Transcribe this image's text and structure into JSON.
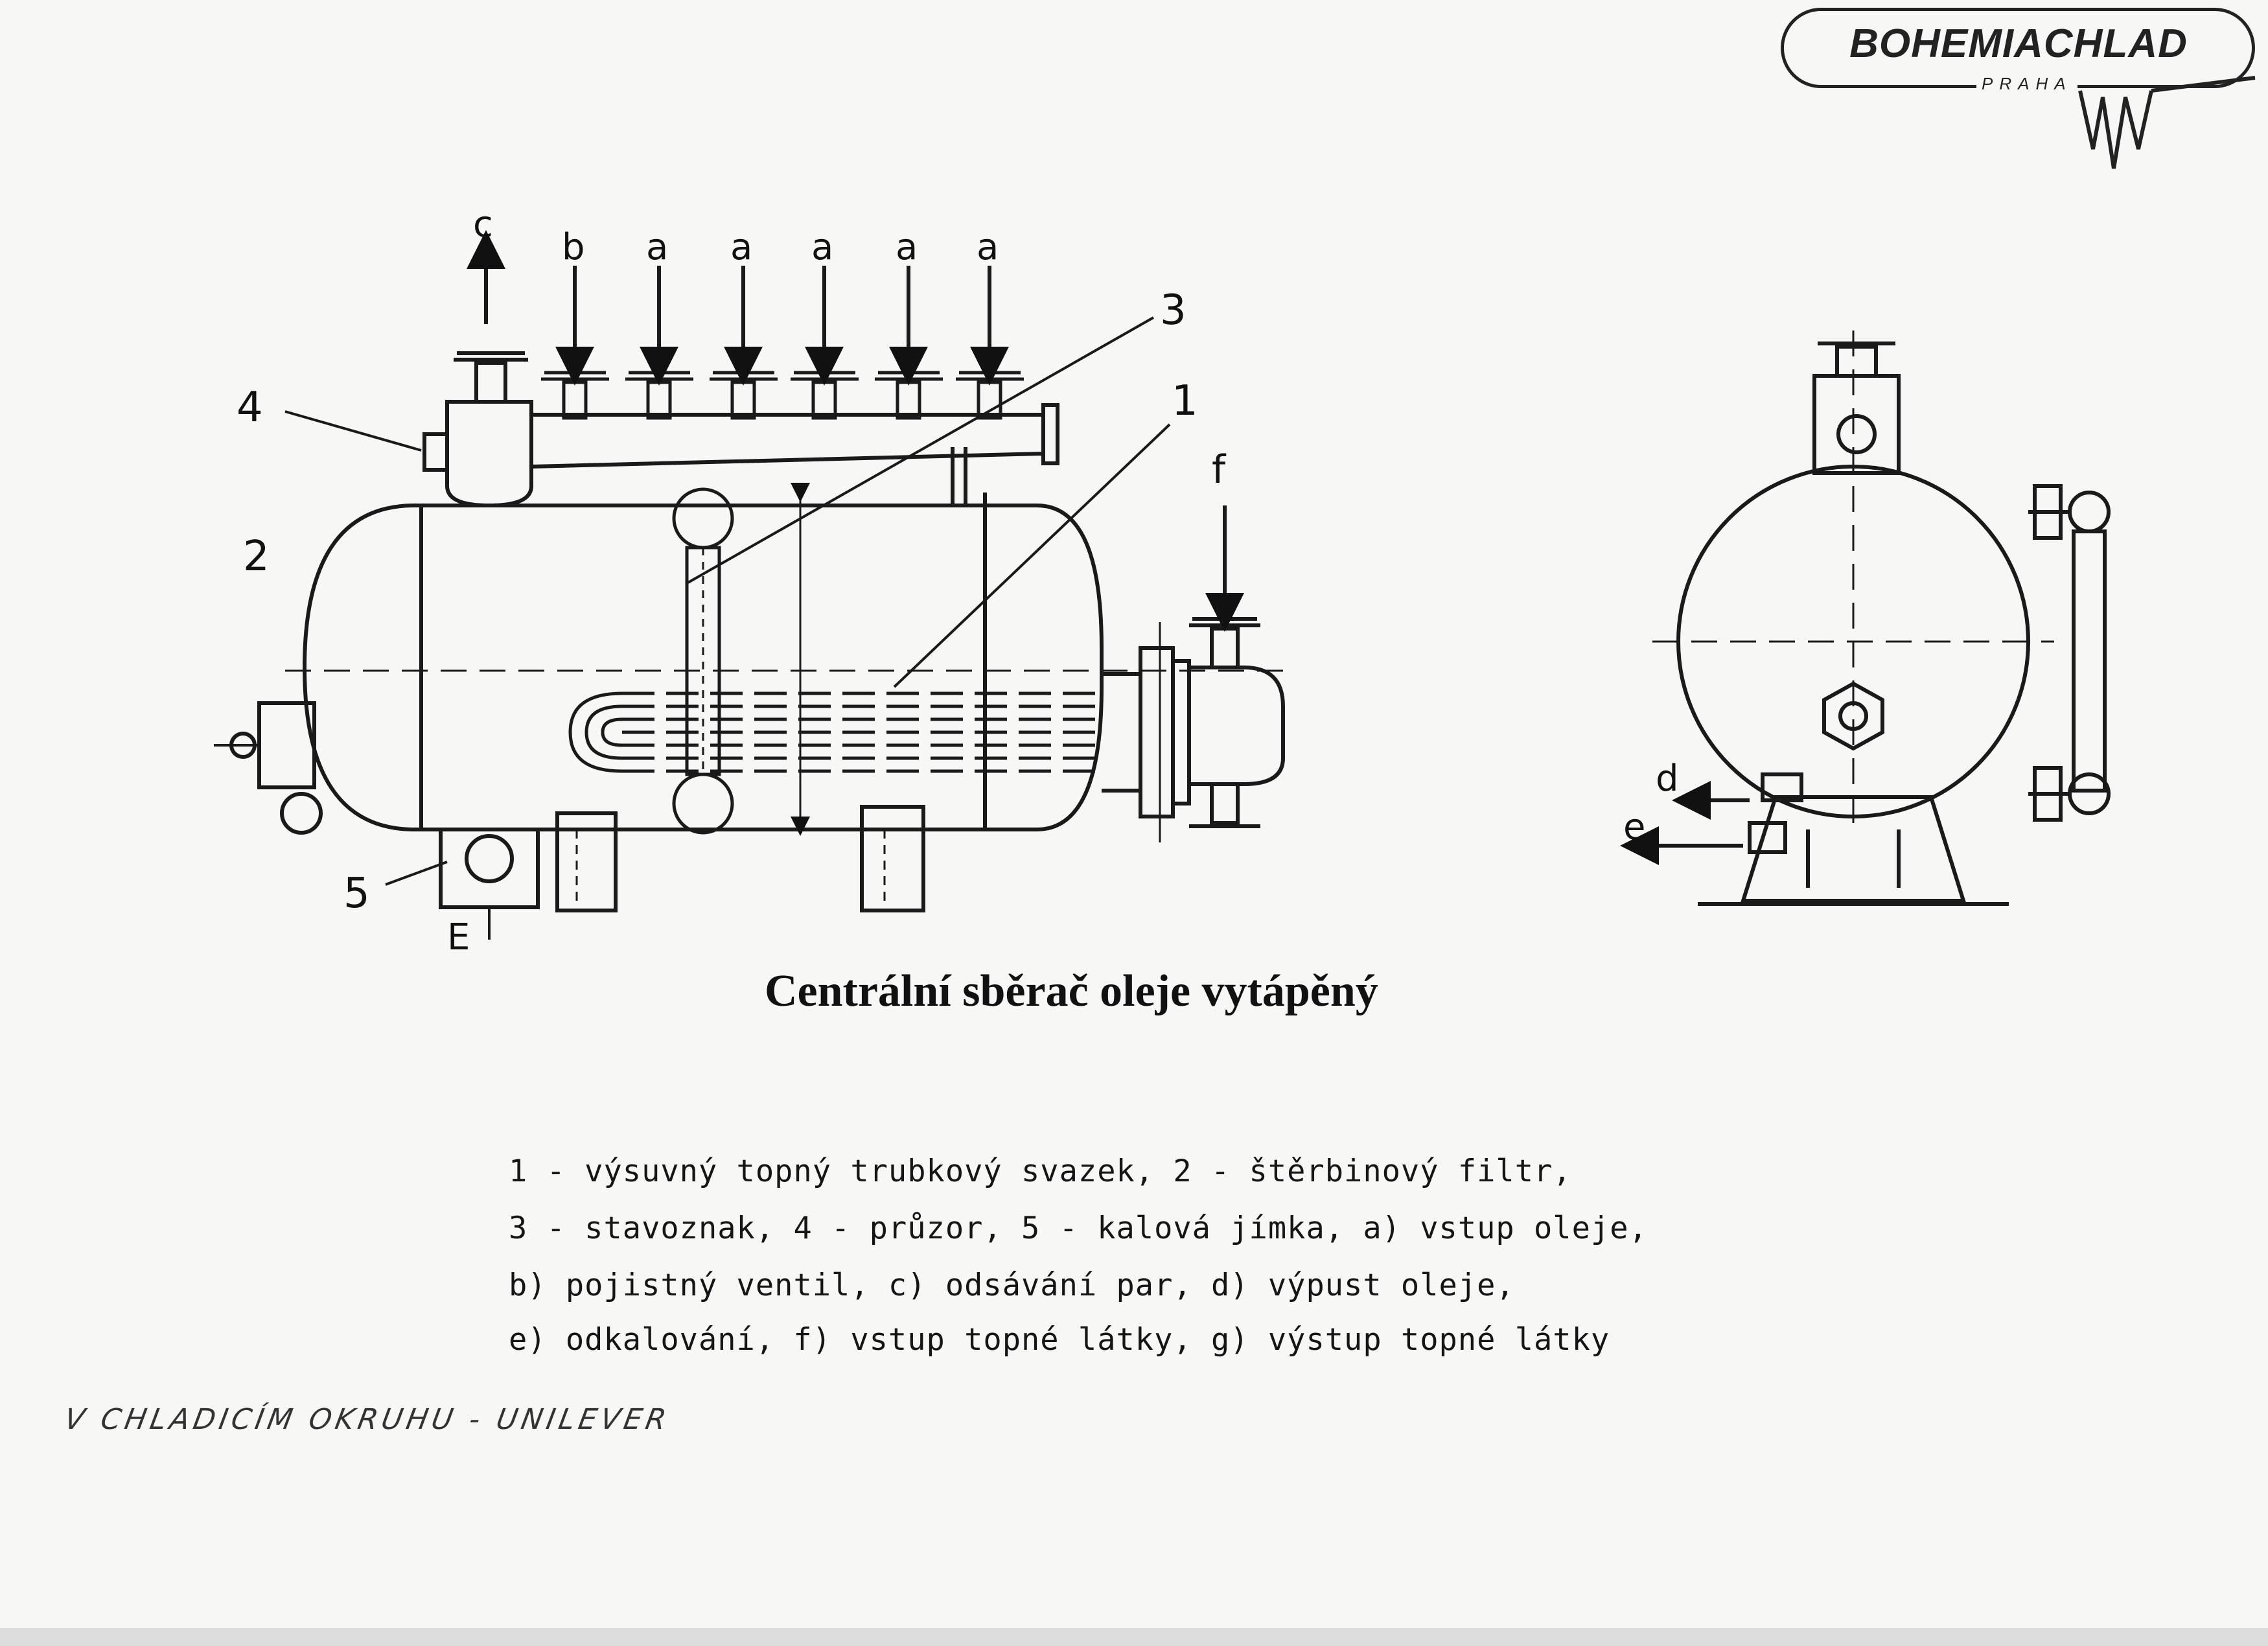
{
  "logo": {
    "name": "BOHEMIACHLAD",
    "city": "PRAHA"
  },
  "drawing": {
    "callouts": {
      "n1": "1",
      "n2": "2",
      "n3": "3",
      "n4": "4",
      "n5": "5",
      "a": "a",
      "b": "b",
      "c": "c",
      "d": "d",
      "e": "e",
      "f": "f",
      "E": "E"
    }
  },
  "title": "Centrální sběrač oleje vytápěný",
  "caption": {
    "line1": "1 - výsuvný topný trubkový svazek, 2 - štěrbinový filtr,",
    "line2": "3 - stavoznak, 4 - průzor, 5 - kalová jímka, a) vstup oleje,",
    "line3": "b) pojistný ventil, c) odsávání par, d) výpust oleje,",
    "line4": "e) odkalování, f) vstup topné látky, g) výstup topné látky"
  },
  "handwritten_note": "V CHLADICÍM OKRUHU - UNILEVER",
  "colors": {
    "ink": "#1a1a1a",
    "paper": "#f7f7f5"
  }
}
